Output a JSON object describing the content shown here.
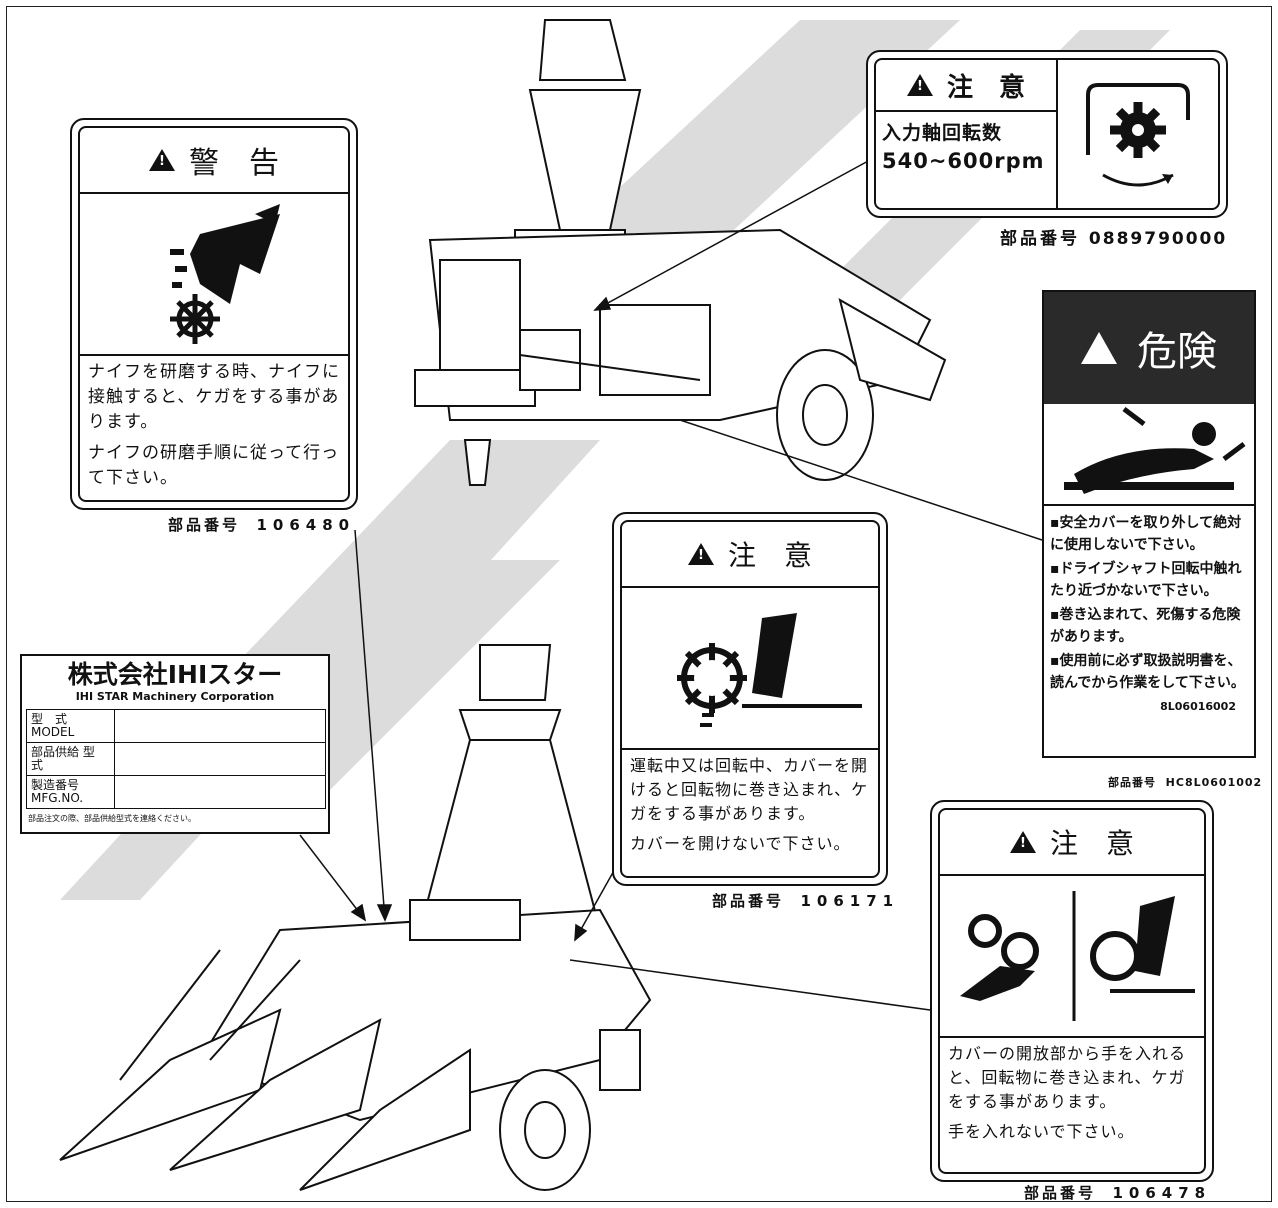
{
  "labels": {
    "warning_knife": {
      "title": "警　告",
      "text1": "ナイフを研磨する時、ナイフに接触すると、ケガをする事があります。",
      "text2": "ナイフの研磨手順に従って行って下さい。",
      "part_no_label": "部品番号",
      "part_no": "106480"
    },
    "caution_pto": {
      "title": "注　意",
      "line1": "入力軸回転数",
      "line2": "540~600rpm",
      "part_no_label": "部品番号",
      "part_no": "0889790000"
    },
    "danger_shaft": {
      "title": "危険",
      "items": [
        "安全カバーを取り外して絶対に使用しないで下さい。",
        "ドライブシャフト回転中触れたり近づかないで下さい。",
        "巻き込まれて、死傷する危険があります。",
        "使用前に必ず取扱説明書を、読んでから作業をして下さい。"
      ],
      "code": "8L06016002",
      "part_no_label": "部品番号",
      "part_no": "HC8L0601002"
    },
    "caution_cover": {
      "title": "注　意",
      "text1": "運転中又は回転中、カバーを開けると回転物に巻き込まれ、ケガをする事があります。",
      "text2": "カバーを開けないで下さい。",
      "part_no_label": "部品番号",
      "part_no": "106171"
    },
    "caution_hand": {
      "title": "注　意",
      "text1": "カバーの開放部から手を入れると、回転物に巻き込まれ、ケガをする事があります。",
      "text2": "手を入れないで下さい。",
      "part_no_label": "部品番号",
      "part_no": "106478"
    },
    "nameplate": {
      "company": "株式会社IHIスター",
      "company_en": "IHI STAR Machinery Corporation",
      "rows": [
        {
          "jp": "型　式",
          "en": "MODEL"
        },
        {
          "jp": "部品供給 型　式",
          "en": ""
        },
        {
          "jp": "製造番号",
          "en": "MFG.NO."
        }
      ],
      "note": "部品注文の際、部品供給型式を連絡ください。"
    }
  },
  "colors": {
    "ink": "#111111",
    "watermark": "#d9d9d9",
    "danger_bg": "#2a2a2a"
  }
}
